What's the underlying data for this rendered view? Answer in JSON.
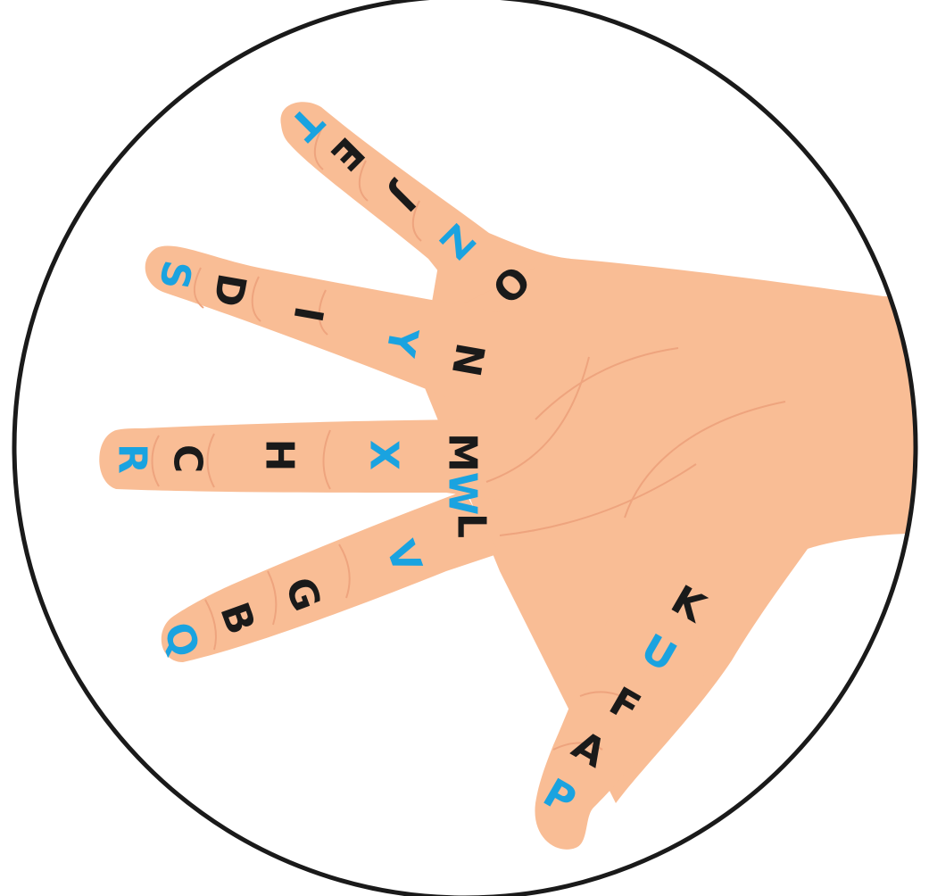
{
  "colors": {
    "skin": "#f9bd95",
    "crease": "#eea47e",
    "outline": "#1a1a1a",
    "vowel_blue": "#1aa3e0",
    "consonant_black": "#1a1a1a"
  },
  "fingers": {
    "index": {
      "letters": [
        {
          "id": "T",
          "char": "T",
          "color": "blue"
        },
        {
          "id": "E",
          "char": "E",
          "color": "black"
        },
        {
          "id": "J",
          "char": "J",
          "color": "black"
        },
        {
          "id": "Z",
          "char": "Z",
          "color": "blue"
        },
        {
          "id": "O",
          "char": "O",
          "color": "black"
        }
      ]
    },
    "middle": {
      "letters": [
        {
          "id": "S",
          "char": "S",
          "color": "blue"
        },
        {
          "id": "D",
          "char": "D",
          "color": "black"
        },
        {
          "id": "I",
          "char": "I",
          "color": "black"
        },
        {
          "id": "Y",
          "char": "Y",
          "color": "blue"
        },
        {
          "id": "N",
          "char": "N",
          "color": "black"
        }
      ]
    },
    "ring": {
      "letters": [
        {
          "id": "R",
          "char": "R",
          "color": "blue"
        },
        {
          "id": "C",
          "char": "C",
          "color": "black"
        },
        {
          "id": "H",
          "char": "H",
          "color": "black"
        },
        {
          "id": "X",
          "char": "X",
          "color": "blue"
        },
        {
          "id": "M1",
          "char": "M",
          "color": "black"
        }
      ]
    },
    "little": {
      "letters": [
        {
          "id": "Q",
          "char": "Q",
          "color": "blue"
        },
        {
          "id": "B",
          "char": "B",
          "color": "black"
        },
        {
          "id": "G",
          "char": "G",
          "color": "black"
        },
        {
          "id": "V",
          "char": "V",
          "color": "blue"
        }
      ]
    },
    "palm": {
      "letters": [
        {
          "id": "W",
          "char": "W",
          "color": "blue"
        },
        {
          "id": "L",
          "char": "L",
          "color": "black"
        }
      ]
    },
    "thumb": {
      "letters": [
        {
          "id": "P",
          "char": "P",
          "color": "blue"
        },
        {
          "id": "A",
          "char": "A",
          "color": "black"
        },
        {
          "id": "F",
          "char": "F",
          "color": "black"
        },
        {
          "id": "U",
          "char": "U",
          "color": "blue"
        },
        {
          "id": "K",
          "char": "K",
          "color": "black"
        }
      ]
    }
  }
}
